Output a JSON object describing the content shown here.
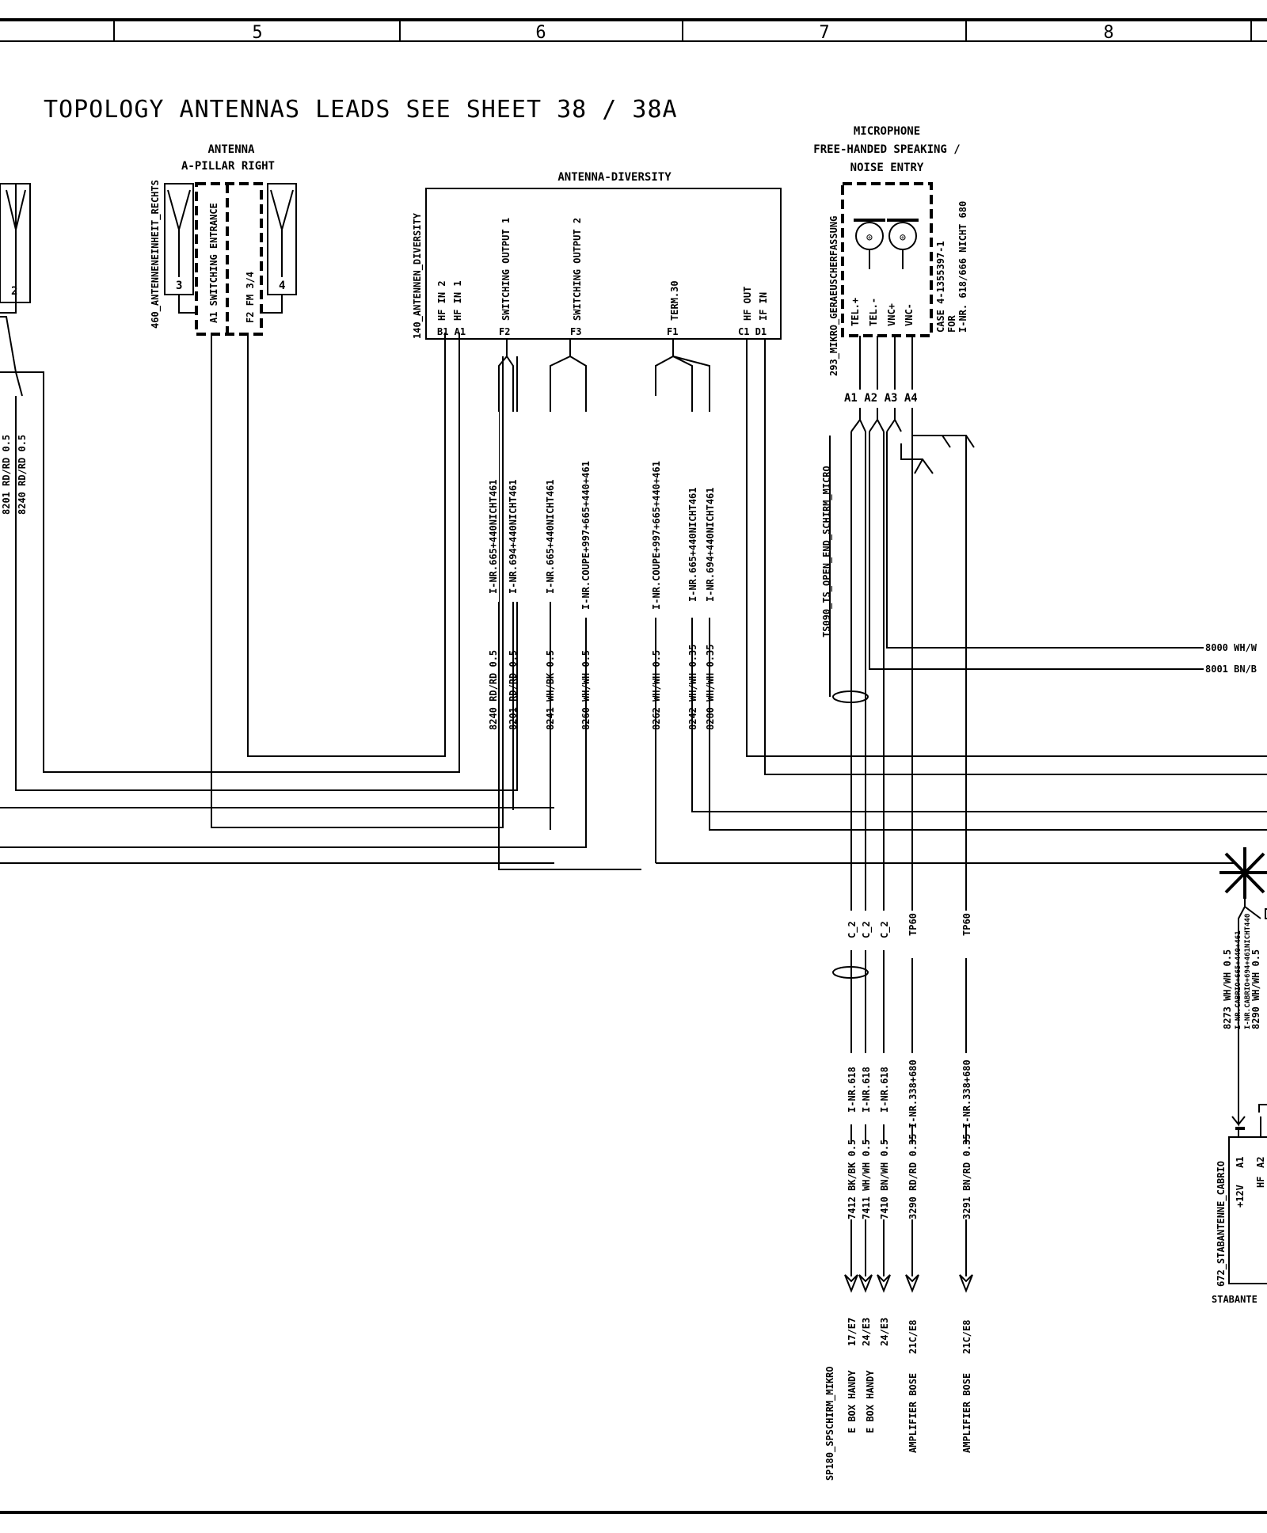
{
  "frame": {
    "zones": [
      "5",
      "6",
      "7",
      "8"
    ]
  },
  "title": "TOPOLOGY ANTENNAS LEADS  SEE SHEET 38 / 38A",
  "antenna_a_pillar": {
    "title_line1": "ANTENNA",
    "title_line2": "A-PILLAR RIGHT",
    "id": "460_ANTENNENEINHEIT_RECHTS",
    "pin_a1": "A1 SWITCHING ENTRANCE",
    "pin_f2": "F2 FM 3/4",
    "num_3": "3",
    "num_4": "4"
  },
  "left_partial": {
    "num_2": "2",
    "wire_a": "8201 RD/RD 0.5",
    "wire_b": "8240 RD/RD 0.5"
  },
  "antenna_diversity": {
    "title": "ANTENNA-DIVERSITY",
    "id": "140_ANTENNEN_DIVERSITY",
    "hf_in2": "HF IN 2",
    "hf_in1": "HF IN 1",
    "pins_b1a1": "B1 A1",
    "sw_out1": "SWITCHING OUTPUT 1",
    "f2": "F2",
    "sw_out2": "SWITCHING OUTPUT 2",
    "f3": "F3",
    "term30": "TERM.30",
    "f1": "F1",
    "hf_out": "HF OUT",
    "if_in": "IF IN",
    "pins_c1d1": "C1 D1"
  },
  "div_wires": {
    "w1_color": "8240 RD/RD 0.5",
    "w1_inr": "I-NR.665+440NICHT461",
    "w2_color": "8201 RD/RD 0.5",
    "w2_inr": "I-NR.694+440NICHT461",
    "w3_color": "8241 WH/BK 0.5",
    "w3_inr": "I-NR.665+440NICHT461",
    "w4_color": "8260 WH/WH 0.5",
    "w4_inr": "I-NR.COUPE+997+665+440+461",
    "w5_color": "8262 WH/WH 0.5",
    "w5_inr": "I-NR.COUPE+997+665+440+461",
    "w6_color": "8242 WH/WH 0.35",
    "w6_inr": "I-NR.665+440NICHT461",
    "w7_color": "8280 WH/WH 0.35",
    "w7_inr": "I-NR.694+440NICHT461"
  },
  "microphone": {
    "title_line1": "MICROPHONE",
    "title_line2": "FREE-HANDED SPEAKING /",
    "title_line3": "NOISE ENTRY",
    "id": "293_MIKRO_GERAEUSCHERFASSUNG",
    "tel_plus": "TEL.+",
    "tel_minus": "TEL.-",
    "vnc_plus": "VNC+",
    "vnc_minus": "VNC-",
    "case1": "CASE 4-1355397-1",
    "case2": "FOR",
    "case3": "I-NR. 618/666 NICHT 680",
    "pins": "A1 A2 A3 A4"
  },
  "shield": {
    "label": "TS090_TS_OPEN_END_SCHIRM_MICRO"
  },
  "mic_outputs": {
    "w8000": "8000 WH/W",
    "w8001": "8001 BN/B"
  },
  "lower_wires": {
    "c2_a": "C_2",
    "c2_b": "C_2",
    "c2_c": "C_2",
    "tp60_a": "TP60",
    "tp60_b": "TP60",
    "inr_618_a": "I-NR.618",
    "inr_618_b": "I-NR.618",
    "inr_618_c": "I-NR.618",
    "inr_338_a": "I-NR.338+680",
    "inr_338_b": "I-NR.338+680",
    "w7412": "7412 BK/BK 0.5",
    "w7411": "7411 WH/WH 0.5",
    "w7410": "7410 BN/WH 0.5",
    "w3290": "3290 RD/RD 0.35",
    "w3291": "3291 BN/RD 0.35"
  },
  "destinations": {
    "d1_label": "SP180_SPSCHIRM_MIKRO",
    "d1_ref": "17/E7",
    "d2_label": "E BOX HANDY",
    "d2_ref": "24/E3",
    "d3_label": "E BOX HANDY",
    "d3_ref": "24/E3",
    "d4_label": "AMPLIFIER BOSE",
    "d4_ref": "21C/E8",
    "d5_label": "AMPLIFIER BOSE",
    "d5_ref": "21C/E8"
  },
  "stabantenne": {
    "id": "672_STABANTENNE_CABRIO",
    "name": "STABANTE",
    "v12": "+12V",
    "hf": "HF",
    "a1": "A1",
    "a2": "A2",
    "w8273": "8273 WH/WH 0.5",
    "inr_a": "I-NR.CABRIO+665+440+461",
    "inr_b": "I-NR.CABRIO+694+461NICHT440",
    "w8290": "8290 WH/WH 0.5"
  }
}
